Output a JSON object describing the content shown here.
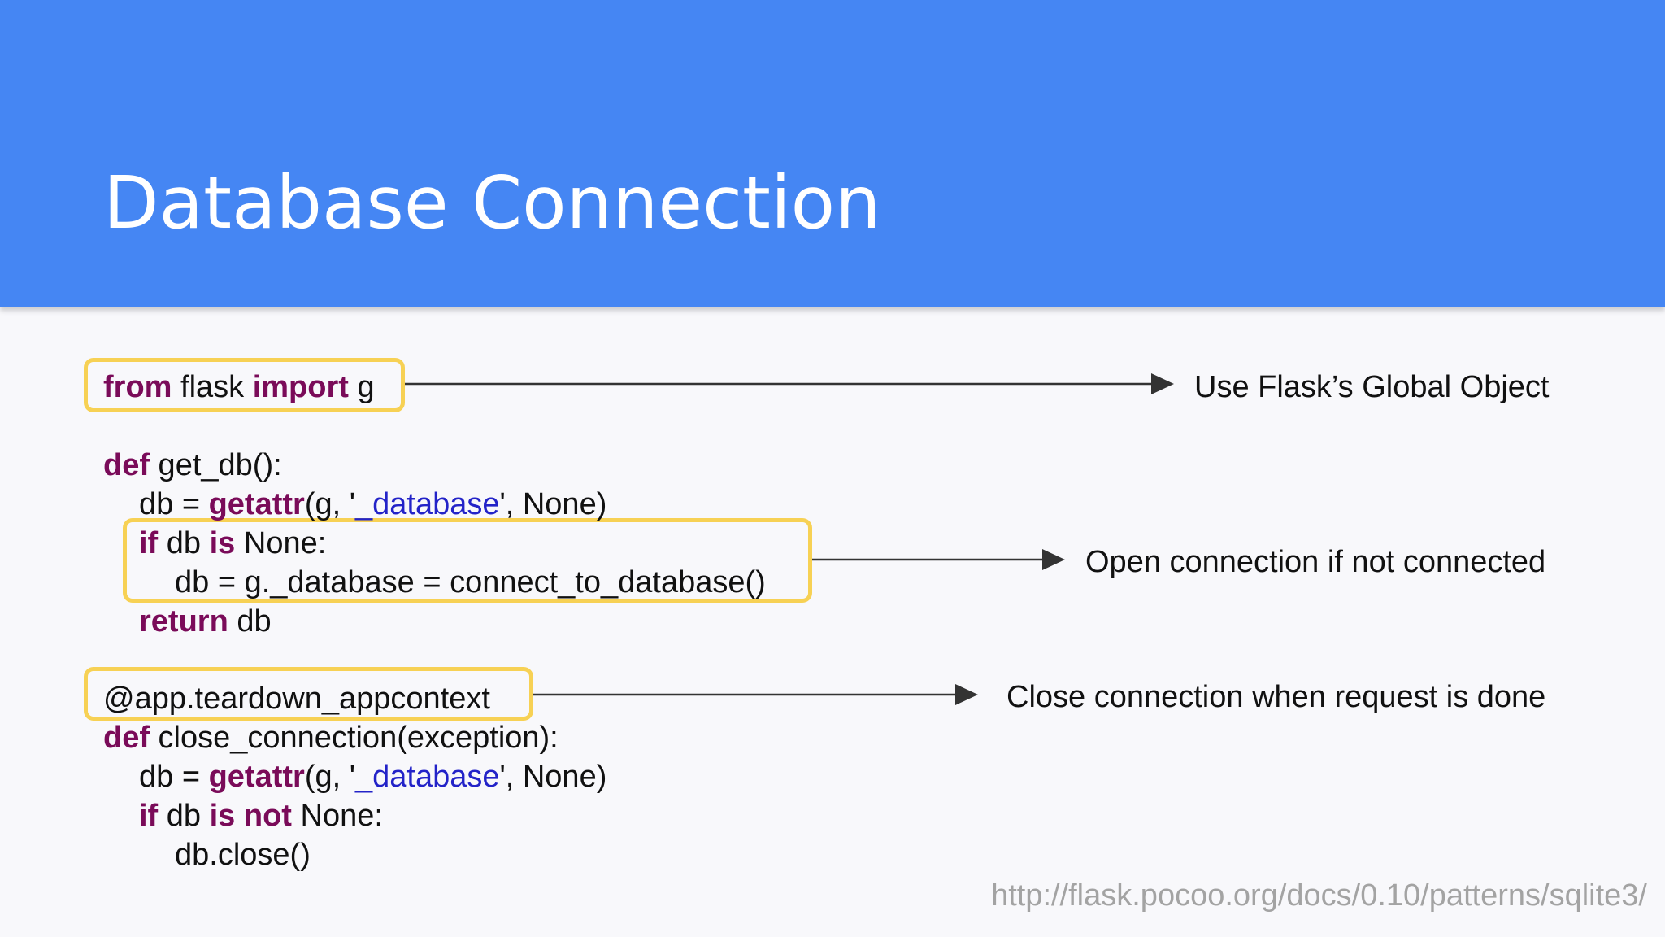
{
  "slide": {
    "title": "Database Connection",
    "source_url": "http://flask.pocoo.org/docs/0.10/patterns/sqlite3/",
    "colors": {
      "header": "#4586f3",
      "highlight": "#f7d154",
      "keyword": "#7a0b59",
      "string": "#2323c8"
    }
  },
  "code": {
    "l1": {
      "kw1": "from",
      "t1": " flask ",
      "kw2": "import",
      "t2": " g"
    },
    "l2": {
      "kw1": "def",
      "t1": " get_db():"
    },
    "l3": {
      "t1": "db = ",
      "kw1": "getattr",
      "t2": "(g, '",
      "s1": "_database",
      "t3": "', None)"
    },
    "l4": {
      "kw1": "if",
      "t1": " db ",
      "kw2": "is",
      "t2": " None:"
    },
    "l5": {
      "t1": "db = g._database = connect_to_database()"
    },
    "l6": {
      "kw1": "return",
      "t1": " db"
    },
    "l7": {
      "t1": "@app.teardown_appcontext"
    },
    "l8": {
      "kw1": "def",
      "t1": " close_connection(exception):"
    },
    "l9": {
      "t1": "db = ",
      "kw1": "getattr",
      "t2": "(g, '",
      "s1": "_database",
      "t3": "', None)"
    },
    "l10": {
      "kw1": "if",
      "t1": " db ",
      "kw2": "is",
      "t2": " ",
      "kw3": "not",
      "t3": " None:"
    },
    "l11": {
      "t1": "db.close()"
    }
  },
  "annotations": {
    "global_object": "Use Flask’s Global Object",
    "open_connection": "Open connection if not connected",
    "close_connection": "Close connection when request is done"
  }
}
